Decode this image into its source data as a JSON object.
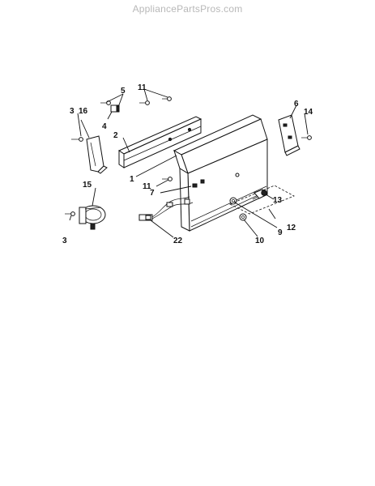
{
  "watermark": "AppliancePartsPros.com",
  "callouts": [
    {
      "id": "c1",
      "text": "1"
    },
    {
      "id": "c2",
      "text": "2"
    },
    {
      "id": "c3a",
      "text": "3"
    },
    {
      "id": "c3b",
      "text": "3"
    },
    {
      "id": "c4",
      "text": "4"
    },
    {
      "id": "c5",
      "text": "5"
    },
    {
      "id": "c6",
      "text": "6"
    },
    {
      "id": "c7",
      "text": "7"
    },
    {
      "id": "c9",
      "text": "9"
    },
    {
      "id": "c10",
      "text": "10"
    },
    {
      "id": "c11a",
      "text": "11"
    },
    {
      "id": "c11b",
      "text": "11"
    },
    {
      "id": "c12",
      "text": "12"
    },
    {
      "id": "c13",
      "text": "13"
    },
    {
      "id": "c14",
      "text": "14"
    },
    {
      "id": "c15",
      "text": "15"
    },
    {
      "id": "c16",
      "text": "16"
    },
    {
      "id": "c22",
      "text": "22"
    }
  ]
}
